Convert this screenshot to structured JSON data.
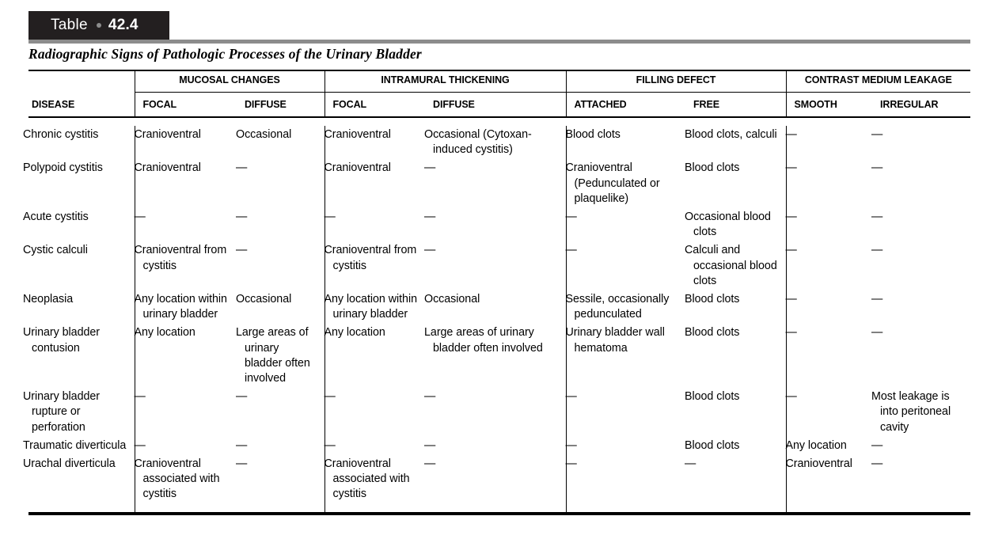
{
  "badge": {
    "word": "Table",
    "number": "42.4",
    "dot": "bullet-dot"
  },
  "caption": "Radiographic Signs of Pathologic Processes of the Urinary Bladder",
  "colors": {
    "badge_bg": "#231f20",
    "badge_text": "#ffffff",
    "grey_rule": "#8c8c8c",
    "rule": "#000000",
    "page_bg": "#ffffff"
  },
  "table": {
    "groups": [
      {
        "label": "",
        "span": 1
      },
      {
        "label": "MUCOSAL CHANGES",
        "span": 2
      },
      {
        "label": "INTRAMURAL THICKENING",
        "span": 2
      },
      {
        "label": "FILLING DEFECT",
        "span": 2
      },
      {
        "label": "CONTRAST MEDIUM LEAKAGE",
        "span": 2
      }
    ],
    "subheaders": [
      "DISEASE",
      "FOCAL",
      "DIFFUSE",
      "FOCAL",
      "DIFFUSE",
      "ATTACHED",
      "FREE",
      "SMOOTH",
      "IRREGULAR"
    ],
    "rows": [
      {
        "disease": "Chronic cystitis",
        "mucosal_focal": "Cranioventral",
        "mucosal_diffuse": "Occasional",
        "intramural_focal": "Cranioventral",
        "intramural_diffuse": "Occasional (Cytoxan-induced cystitis)",
        "filling_attached": "Blood clots",
        "filling_free": "Blood clots, calculi",
        "leakage_smooth": "—",
        "leakage_irregular": "—"
      },
      {
        "disease": "Polypoid cystitis",
        "mucosal_focal": "Cranioventral",
        "mucosal_diffuse": "—",
        "intramural_focal": "Cranioventral",
        "intramural_diffuse": "—",
        "filling_attached": "Cranioventral (Pedunculated or plaquelike)",
        "filling_free": "Blood clots",
        "leakage_smooth": "—",
        "leakage_irregular": "—"
      },
      {
        "disease": "Acute cystitis",
        "mucosal_focal": "—",
        "mucosal_diffuse": "—",
        "intramural_focal": "—",
        "intramural_diffuse": "—",
        "filling_attached": "—",
        "filling_free": "Occasional blood clots",
        "leakage_smooth": "—",
        "leakage_irregular": "—"
      },
      {
        "disease": "Cystic calculi",
        "mucosal_focal": "Cranioventral from cystitis",
        "mucosal_diffuse": "—",
        "intramural_focal": "Cranioventral from cystitis",
        "intramural_diffuse": "—",
        "filling_attached": "—",
        "filling_free": "Calculi and occasional blood clots",
        "leakage_smooth": "—",
        "leakage_irregular": "—"
      },
      {
        "disease": "Neoplasia",
        "mucosal_focal": "Any location within urinary bladder",
        "mucosal_diffuse": "Occasional",
        "intramural_focal": "Any location within urinary bladder",
        "intramural_diffuse": "Occasional",
        "filling_attached": "Sessile, occasionally pedunculated",
        "filling_free": "Blood clots",
        "leakage_smooth": "—",
        "leakage_irregular": "—"
      },
      {
        "disease": "Urinary bladder contusion",
        "mucosal_focal": "Any location",
        "mucosal_diffuse": "Large areas of urinary bladder often involved",
        "intramural_focal": "Any location",
        "intramural_diffuse": "Large areas of urinary bladder often involved",
        "filling_attached": "Urinary bladder wall hematoma",
        "filling_free": "Blood clots",
        "leakage_smooth": "—",
        "leakage_irregular": "—"
      },
      {
        "disease": "Urinary bladder rupture or perforation",
        "mucosal_focal": "—",
        "mucosal_diffuse": "—",
        "intramural_focal": "—",
        "intramural_diffuse": "—",
        "filling_attached": "—",
        "filling_free": "Blood clots",
        "leakage_smooth": "—",
        "leakage_irregular": "Most leakage is into peritoneal cavity"
      },
      {
        "disease": "Traumatic diverticula",
        "mucosal_focal": "—",
        "mucosal_diffuse": "—",
        "intramural_focal": "—",
        "intramural_diffuse": "—",
        "filling_attached": "—",
        "filling_free": "Blood clots",
        "leakage_smooth": "Any location",
        "leakage_irregular": "—"
      },
      {
        "disease": "Urachal diverticula",
        "mucosal_focal": "Cranioventral associated with cystitis",
        "mucosal_diffuse": "—",
        "intramural_focal": "Cranioventral associated with cystitis",
        "intramural_diffuse": "—",
        "filling_attached": "—",
        "filling_free": "—",
        "leakage_smooth": "Cranioventral",
        "leakage_irregular": "—"
      }
    ]
  }
}
